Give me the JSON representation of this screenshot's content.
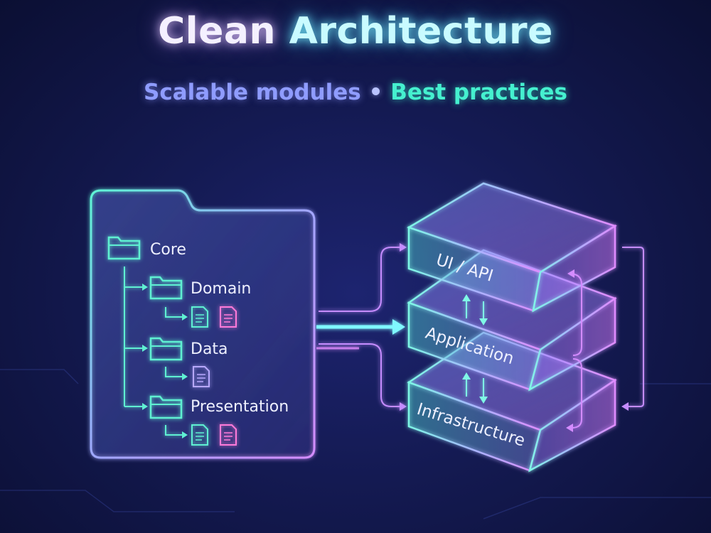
{
  "header": {
    "title_part1": "Clean",
    "title_part2": "Architecture",
    "subtitle_part1": "Scalable modules",
    "subtitle_separator": "•",
    "subtitle_part2": "Best practices"
  },
  "folder_tree": {
    "root": {
      "label": "Core",
      "icon": "folder-icon"
    },
    "children": [
      {
        "label": "Domain",
        "icon": "folder-icon",
        "files": [
          "file-icon-teal",
          "file-icon-pink"
        ]
      },
      {
        "label": "Data",
        "icon": "folder-icon",
        "files": [
          "file-icon-lilac"
        ]
      },
      {
        "label": "Presentation",
        "icon": "folder-icon",
        "files": [
          "file-icon-teal",
          "file-icon-pink"
        ]
      }
    ]
  },
  "layers": [
    {
      "label": "UI / API"
    },
    {
      "label": "Application"
    },
    {
      "label": "Infrastructure"
    }
  ],
  "colors": {
    "background": "#141a52",
    "teal": "#3ff0d0",
    "violet": "#c58cff",
    "pink": "#ff7ad9",
    "lilac": "#b7a8ff",
    "text": "#eef0ff"
  }
}
